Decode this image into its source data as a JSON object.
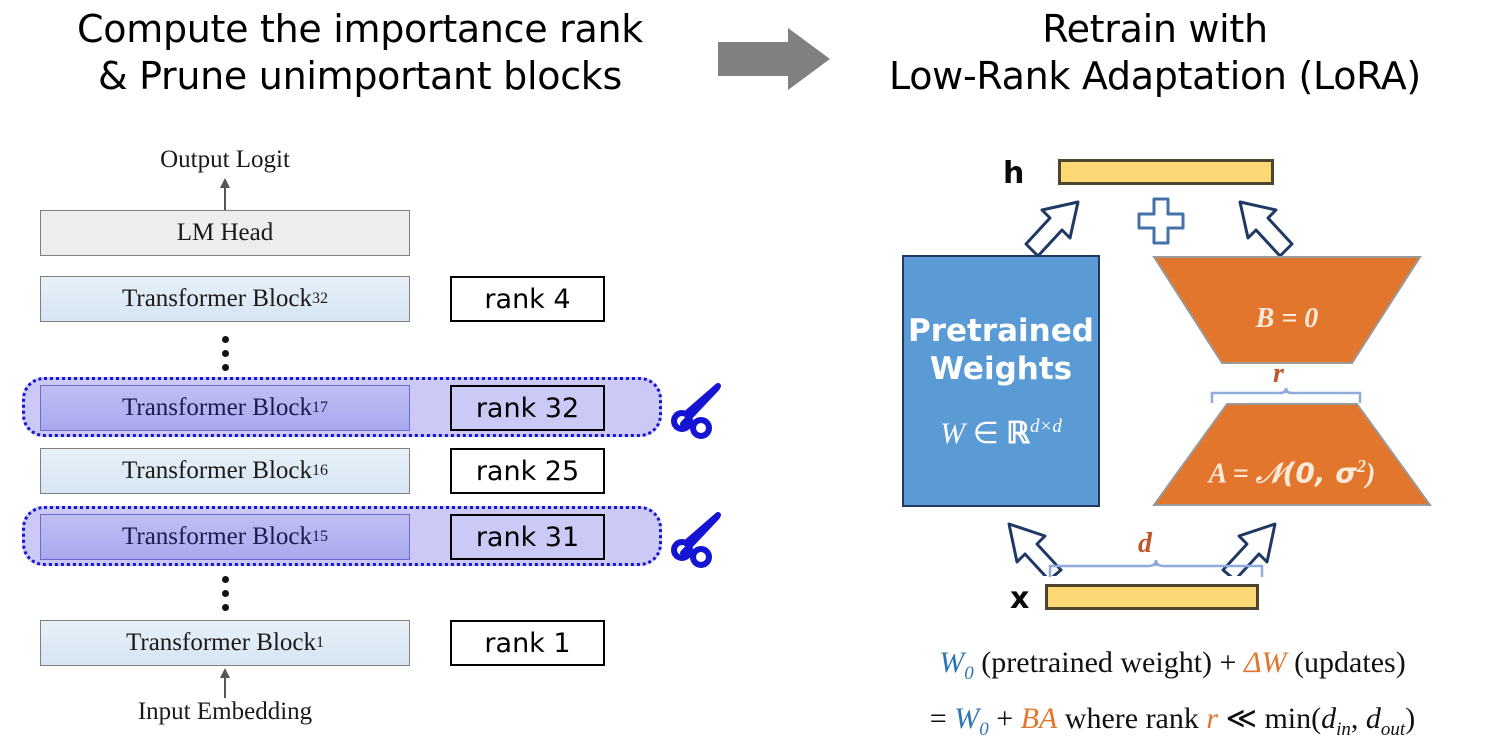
{
  "titles": {
    "left_line1": "Compute the importance rank",
    "left_line2": "& Prune unimportant blocks",
    "right_line1": "Retrain with",
    "right_line2": "Low-Rank Adaptation (LoRA)"
  },
  "left_panel": {
    "top_label": "Output Logit",
    "bottom_label": "Input Embedding",
    "head_block": "LM Head",
    "blocks": [
      {
        "name": "Transformer Block",
        "index": "32",
        "rank": "rank 4",
        "pruned": false
      },
      {
        "name": "Transformer Block",
        "index": "17",
        "rank": "rank 32",
        "pruned": true
      },
      {
        "name": "Transformer Block",
        "index": "16",
        "rank": "rank 25",
        "pruned": false
      },
      {
        "name": "Transformer Block",
        "index": "15",
        "rank": "rank 31",
        "pruned": true
      },
      {
        "name": "Transformer Block",
        "index": "1",
        "rank": "rank 1",
        "pruned": false
      }
    ],
    "ellipsis": "⋮",
    "scissors_icon": "scissors-icon"
  },
  "right_panel": {
    "output_vector_label": "h",
    "input_vector_label": "x",
    "plus_icon": "plus-icon",
    "weights_title_line1": "Pretrained",
    "weights_title_line2": "Weights",
    "weights_formula_w": "W",
    "weights_formula_in": "∈",
    "weights_formula_r": "ℝ",
    "weights_formula_exp": "d×d",
    "matrix_b_label": "B = 0",
    "matrix_a_label_lhs": "A = ",
    "matrix_a_label_dist": "𝒩(0, σ",
    "matrix_a_label_sup": "2",
    "matrix_a_label_close": ")",
    "brace_r_label": "r",
    "brace_d_label": "d"
  },
  "formula": {
    "line1_w0": "W",
    "line1_w0_sub": "0",
    "line1_mid": " (pretrained weight) + ",
    "line1_dw": "ΔW",
    "line1_end": " (updates)",
    "line2_eq": "= ",
    "line2_w0": "W",
    "line2_w0_sub": "0",
    "line2_plus": " + ",
    "line2_ba": "BA",
    "line2_where": " where rank ",
    "line2_r": "r",
    "line2_ll": " ≪ min(",
    "line2_din": "d",
    "line2_din_sub": "in",
    "line2_comma": ", ",
    "line2_dout": "d",
    "line2_dout_sub": "out",
    "line2_close": ")"
  },
  "colors": {
    "blue_weights": "#5B9BD5",
    "orange_lora": "#E2762C",
    "yellow_vector": "#FCD975",
    "pruned_purple": "#B3B3F0",
    "highlight_purple": "#CCC9F7",
    "dotted_border_blue": "#1414D2",
    "scissors_blue": "#1414D2",
    "arrow_gray": "#808080",
    "block_blue": "#DCE9F5",
    "head_gray": "#EDEDED",
    "formula_blue": "#2E75B6",
    "formula_orange": "#E2762C"
  }
}
